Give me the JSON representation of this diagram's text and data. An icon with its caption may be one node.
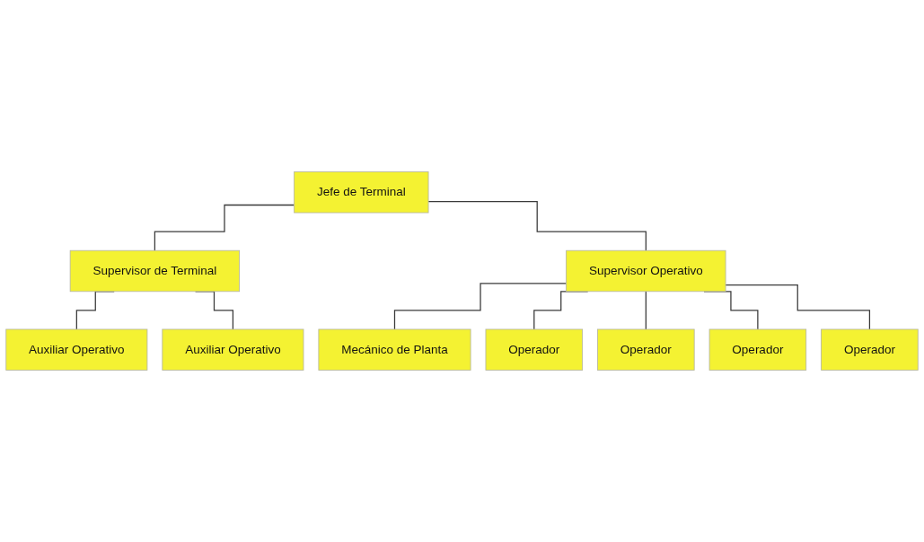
{
  "diagram": {
    "nodes": [
      {
        "text": [
          "Jefe de Terminal"
        ]
      },
      {
        "text": [
          "Supervisor de Terminal"
        ]
      },
      {
        "text": [
          "Supervisor Operativo"
        ]
      },
      {
        "text": [
          "Auxiliar Operativo"
        ]
      },
      {
        "text": [
          "Auxiliar Operativo"
        ]
      },
      {
        "text": [
          "Mecánico de Planta"
        ]
      },
      {
        "text": [
          "Operador"
        ]
      },
      {
        "text": [
          "Operador"
        ]
      },
      {
        "text": [
          "Operador"
        ]
      },
      {
        "text": [
          "Operador"
        ]
      }
    ],
    "edges": [
      {
        "from": 0,
        "to": 1,
        "arrow": "none"
      },
      {
        "from": 0,
        "to": 2,
        "arrow": "none"
      },
      {
        "from": 1,
        "to": 3,
        "arrow": "none"
      },
      {
        "from": 1,
        "to": 4,
        "arrow": "none"
      },
      {
        "from": 2,
        "to": 5,
        "arrow": "none"
      },
      {
        "from": 2,
        "to": 6,
        "arrow": "none"
      },
      {
        "from": 2,
        "to": 7,
        "arrow": "none"
      },
      {
        "from": 2,
        "to": 8,
        "arrow": "none"
      },
      {
        "from": 2,
        "to": 9,
        "arrow": "none"
      }
    ]
  }
}
